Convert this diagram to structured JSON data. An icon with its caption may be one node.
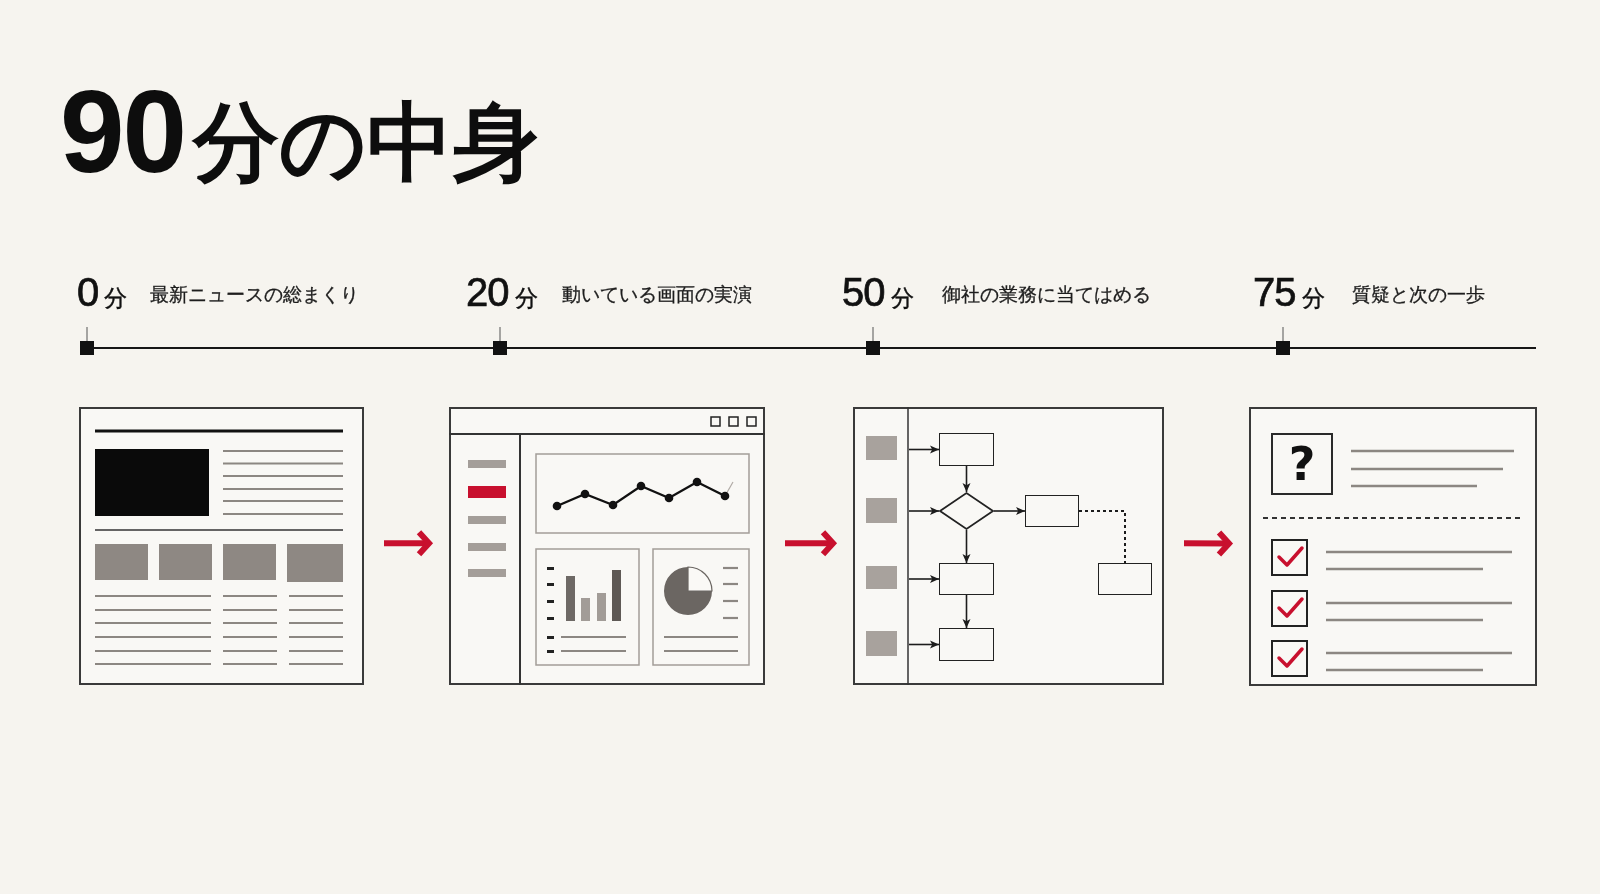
{
  "diagram": {
    "title": "90分の中身",
    "nodes": [
      {
        "text": [],
        "shape": "picture"
      },
      {
        "text": [],
        "shape": "picture"
      },
      {
        "text": [],
        "shape": "picture"
      },
      {
        "text": [],
        "shape": "box",
        "in": 2
      },
      {
        "text": [],
        "shape": "diamond",
        "in": 2
      },
      {
        "text": [],
        "shape": "box",
        "in": 2
      },
      {
        "text": [],
        "shape": "box",
        "in": 2
      },
      {
        "text": [],
        "shape": "box",
        "in": 2
      },
      {
        "text": [],
        "shape": "box",
        "in": 2
      },
      {
        "text": [],
        "shape": "picture"
      },
      {
        "text": [
          "?"
        ],
        "in": 9
      }
    ],
    "edges": [
      {
        "from": 0,
        "to": 1,
        "arrow": "to",
        "style": "thick",
        "color": "#c8102e"
      },
      {
        "from": 1,
        "to": 2,
        "arrow": "to",
        "style": "thick",
        "color": "#c8102e"
      },
      {
        "from": 2,
        "to": 9,
        "arrow": "to",
        "style": "thick",
        "color": "#c8102e"
      },
      {
        "from": null,
        "to": 3,
        "arrow": "to"
      },
      {
        "from": 3,
        "to": 4,
        "arrow": "to"
      },
      {
        "from": null,
        "to": 4,
        "arrow": "to"
      },
      {
        "from": 4,
        "to": 5,
        "arrow": "to"
      },
      {
        "from": 5,
        "to": 7,
        "arrow": "none",
        "style": "dashed"
      },
      {
        "from": 4,
        "to": 6,
        "arrow": "to"
      },
      {
        "from": null,
        "to": 6,
        "arrow": "to"
      },
      {
        "from": 6,
        "to": 8,
        "arrow": "to"
      },
      {
        "from": null,
        "to": 8,
        "arrow": "to"
      }
    ],
    "labels": [
      "0分",
      "最新ニュースの総まくり",
      "20分",
      "動いている画面の実演",
      "50分",
      "御社の業務に当てはめる",
      "75分",
      "質疑と次の一歩"
    ]
  }
}
